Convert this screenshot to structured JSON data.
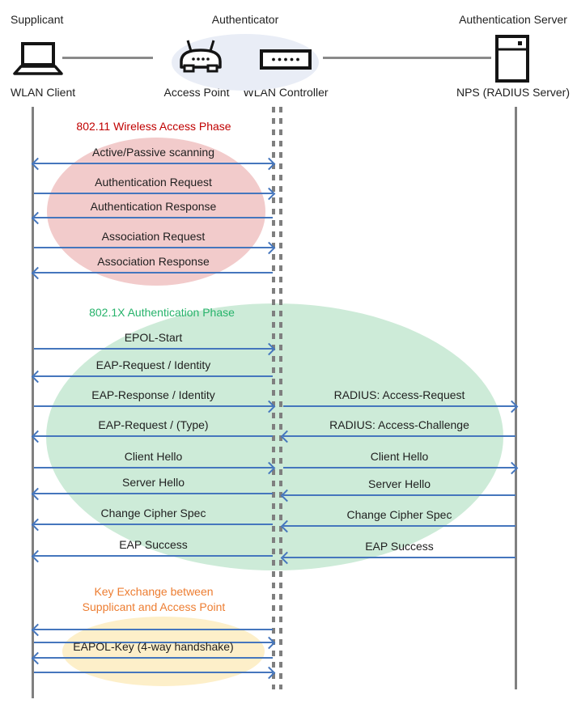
{
  "header": {
    "roles": {
      "supplicant": "Supplicant",
      "authenticator": "Authenticator",
      "authentication_server": "Authentication Server"
    },
    "devices": {
      "wlan_client": "WLAN Client",
      "access_point": "Access Point",
      "wlan_controller": "WLAN Controller",
      "nps": "NPS (RADIUS Server)"
    }
  },
  "phases": {
    "wireless_access": {
      "title": "802.11 Wireless Access Phase",
      "color": "#C00000"
    },
    "authentication": {
      "title": "802.1X Authentication Phase",
      "color": "#27B36B"
    },
    "key_exchange": {
      "title": "Key Exchange between\nSupplicant and Access Point",
      "color": "#ED7D31"
    }
  },
  "messages": [
    {
      "label": "Active/Passive scanning",
      "segment": "client-controller",
      "direction": "both"
    },
    {
      "label": "Authentication Request",
      "segment": "client-controller",
      "direction": "right"
    },
    {
      "label": "Authentication Response",
      "segment": "client-controller",
      "direction": "left"
    },
    {
      "label": "Association Request",
      "segment": "client-controller",
      "direction": "right"
    },
    {
      "label": "Association Response",
      "segment": "client-controller",
      "direction": "left"
    },
    {
      "label": "EPOL-Start",
      "segment": "client-controller",
      "direction": "right"
    },
    {
      "label": "EAP-Request / Identity",
      "segment": "client-controller",
      "direction": "left"
    },
    {
      "label": "EAP-Response / Identity",
      "segment": "client-controller",
      "direction": "right"
    },
    {
      "label": "RADIUS: Access-Request",
      "segment": "controller-server",
      "direction": "right"
    },
    {
      "label": "EAP-Request / (Type)",
      "segment": "client-controller",
      "direction": "left"
    },
    {
      "label": "RADIUS: Access-Challenge",
      "segment": "controller-server",
      "direction": "left"
    },
    {
      "label": "Client Hello",
      "segment": "client-controller",
      "direction": "right"
    },
    {
      "label": "Client Hello",
      "segment": "controller-server",
      "direction": "right"
    },
    {
      "label": "Server Hello",
      "segment": "client-controller",
      "direction": "left"
    },
    {
      "label": "Server Hello",
      "segment": "controller-server",
      "direction": "left"
    },
    {
      "label": "Change Cipher Spec",
      "segment": "client-controller",
      "direction": "left"
    },
    {
      "label": "Change Cipher Spec",
      "segment": "controller-server",
      "direction": "left"
    },
    {
      "label": "EAP Success",
      "segment": "client-controller",
      "direction": "left"
    },
    {
      "label": "EAP Success",
      "segment": "controller-server",
      "direction": "left"
    },
    {
      "label": "",
      "segment": "client-controller",
      "direction": "left"
    },
    {
      "label": "",
      "segment": "client-controller",
      "direction": "right"
    },
    {
      "label": "EAPOL-Key (4-way handshake)",
      "segment": "client-controller",
      "direction": "left"
    },
    {
      "label": "",
      "segment": "client-controller",
      "direction": "right"
    }
  ],
  "colors": {
    "arrow": "#4576BD",
    "lifeline": "#808080",
    "ellipse_red": "#F2CBCB",
    "ellipse_green": "#CDEBD8",
    "ellipse_orange": "#FDEFC9",
    "ellipse_header": "#E9EDF6",
    "phase_red_text": "#C00000",
    "phase_green_text": "#27B36B",
    "phase_orange_text": "#ED7D31"
  }
}
